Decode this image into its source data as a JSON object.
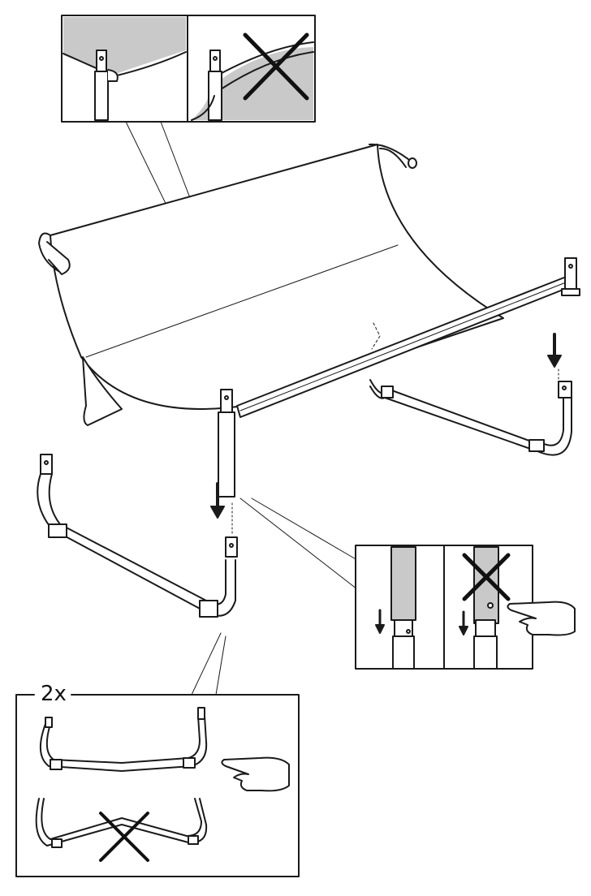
{
  "instruction_step": {
    "quantity_label": "2x"
  },
  "colors": {
    "line": "#1a1a1a",
    "fabric_shade": "#c9c9c9",
    "panel_border": "#1a1a1a",
    "arrow": "#1a1a1a",
    "wrong_mark": "#111111"
  },
  "icons": [
    "correct-fabric-position",
    "wrong-fabric-position",
    "down-arrow-icon",
    "pointing-hand-icon",
    "wrong-cross-icon",
    "sofa-frame",
    "leg-frame"
  ]
}
